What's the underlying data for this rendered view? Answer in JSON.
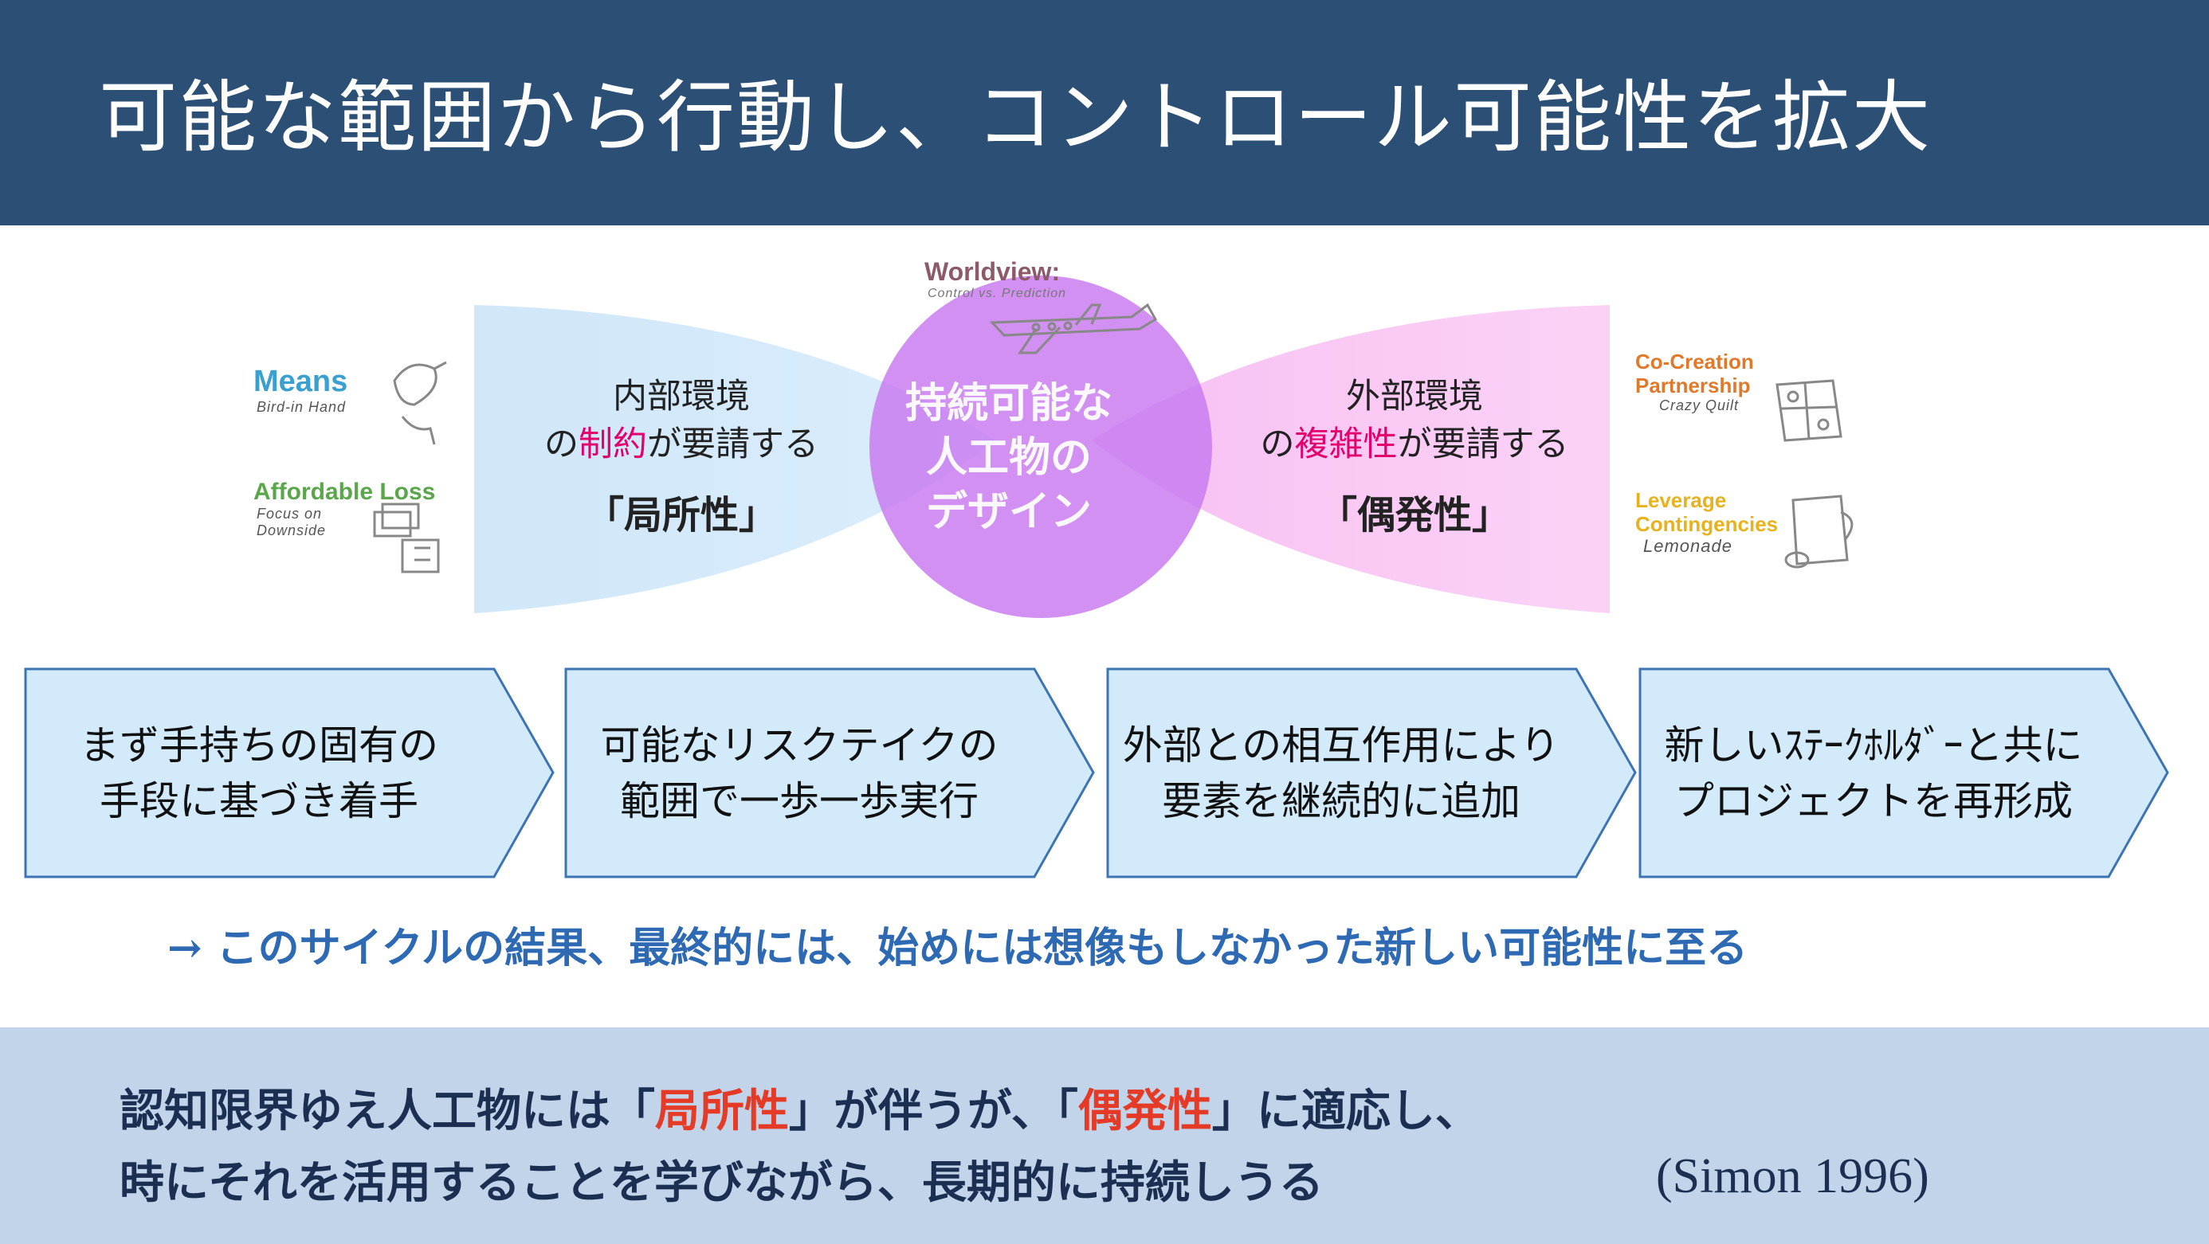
{
  "header": {
    "title": "可能な範囲から行動し、コントロール可能性を拡大"
  },
  "diagram": {
    "left": {
      "line1": "内部環境",
      "line2_pre": "の",
      "line2_accent": "制約",
      "line2_post": "が要請する",
      "line3": "「局所性」"
    },
    "right": {
      "line1": "外部環境",
      "line2_pre": "の",
      "line2_accent": "複雑性",
      "line2_post": "が要請する",
      "line3": "「偶発性」"
    },
    "center": {
      "lines": [
        "持続可能な",
        "人工物の",
        "デザイン"
      ]
    },
    "worldview": {
      "title": "Worldview:",
      "subtitle": "Control vs. Prediction"
    },
    "means": {
      "title": "Means",
      "subtitle": "Bird-in Hand"
    },
    "affordable": {
      "title": "Affordable Loss",
      "subtitle1": "Focus on",
      "subtitle2": "Downside"
    },
    "cocreation": {
      "title1": "Co-Creation",
      "title2": "Partnership",
      "subtitle": "Crazy Quilt"
    },
    "leverage": {
      "title1": "Leverage",
      "title2": "Contingencies",
      "subtitle": "Lemonade"
    },
    "colors": {
      "left_blob": "#cfe8fa",
      "right_blob": "#fac8f5",
      "circle": "#c77ff0"
    }
  },
  "steps": [
    {
      "line1": "まず手持ちの固有の",
      "line2": "手段に基づき着手"
    },
    {
      "line1": "可能なリスクテイクの",
      "line2": "範囲で一歩一歩実行"
    },
    {
      "line1": "外部との相互作用により",
      "line2": "要素を継続的に追加"
    },
    {
      "line1": "新しいｽﾃｰｸﾎﾙﾀﾞｰと共に",
      "line2": "プロジェクトを再形成"
    }
  ],
  "conclusion": "→ このサイクルの結果、最終的には、始めには想像もしなかった新しい可能性に至る",
  "footer": {
    "line1_a": "認知限界ゆえ人工物には「",
    "line1_red1": "局所性",
    "line1_b": "」が伴うが、「",
    "line1_red2": "偶発性",
    "line1_c": "」に適応し、",
    "line2": "時にそれを活用することを学びながら、長期的に持続しうる",
    "citation": "(Simon 1996)"
  }
}
